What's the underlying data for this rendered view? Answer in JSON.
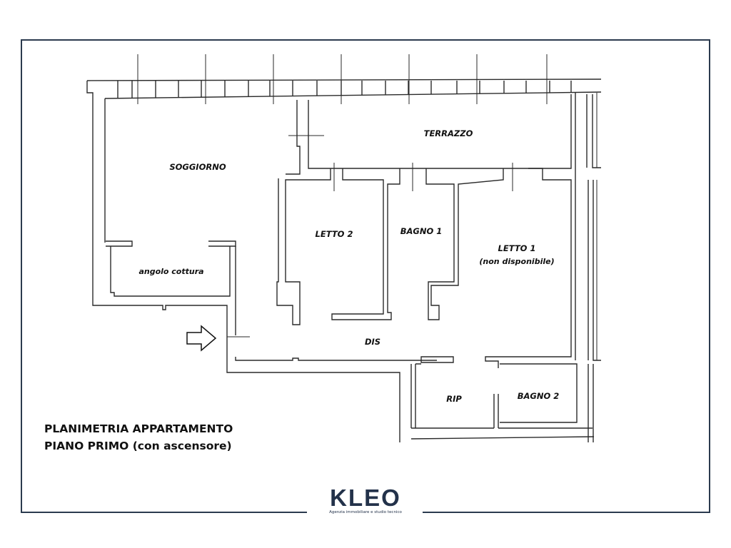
{
  "rooms": {
    "soggiorno": "SOGGIORNO",
    "terrazzo": "TERRAZZO",
    "letto2": "LETTO 2",
    "bagno1": "BAGNO 1",
    "letto1": "LETTO 1",
    "letto1_note": "(non disponibile)",
    "angolo_cottura": "angolo cottura",
    "dis": "DIS",
    "rip": "RIP",
    "bagno2": "BAGNO 2"
  },
  "caption": {
    "line1": "PLANIMETRIA APPARTAMENTO",
    "line2": "PIANO PRIMO (con ascensore)"
  },
  "logo": {
    "name": "KLEO",
    "tagline": "Agenzia immobiliare e studio tecnico"
  },
  "colors": {
    "frame": "#2b3a4e",
    "walls": "#2a2a2a",
    "logo": "#23324a"
  },
  "icons": {
    "entrance": "entrance-arrow-icon"
  }
}
